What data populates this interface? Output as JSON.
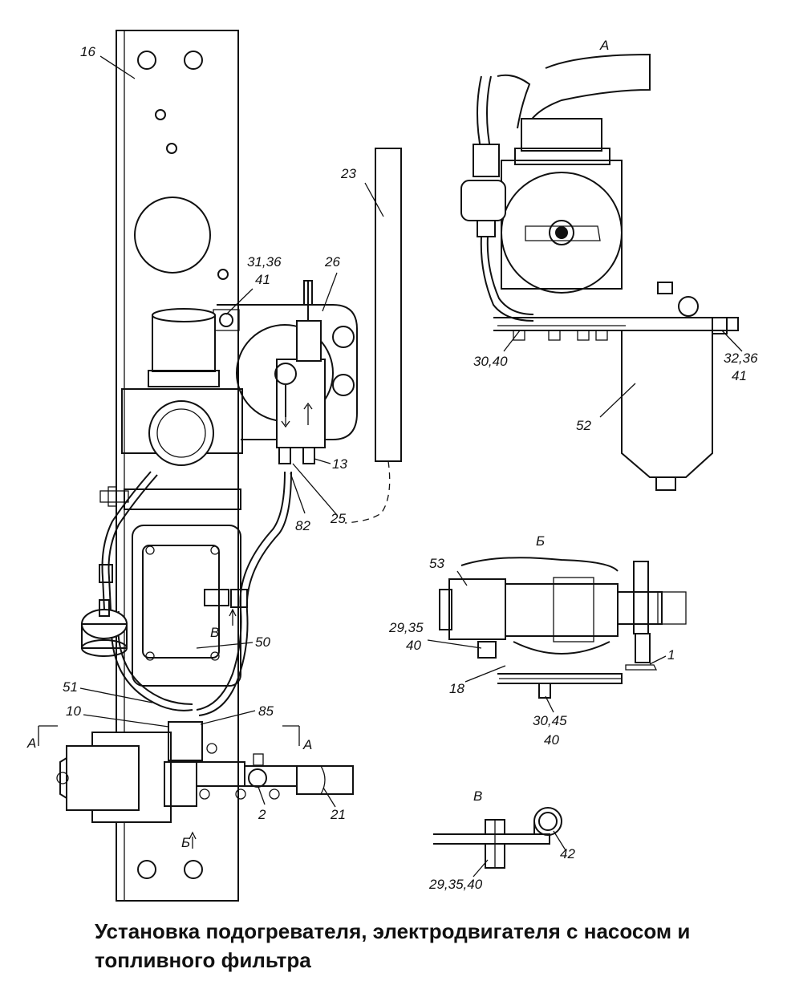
{
  "caption": "Установка подогревателя, электродвигателя с насосом и топливного фильтра",
  "views": {
    "a": "А",
    "b": "Б",
    "v": "В"
  },
  "labels": {
    "l16": "16",
    "l23": "23",
    "l26": "26",
    "l31_36": "31,36",
    "l41": "41",
    "l13": "13",
    "l82": "82",
    "l25": "25",
    "l50": "50",
    "l51": "51",
    "l10": "10",
    "l85": "85",
    "l2": "2",
    "l21": "21",
    "l30_40": "30,40",
    "l32_36": "32,36",
    "l41b": "41",
    "l52": "52",
    "l53": "53",
    "l29_35_40a": "29,35",
    "l40a": "40",
    "l18": "18",
    "l1": "1",
    "l30_45": "30,45",
    "l40b": "40",
    "l42": "42",
    "l29_35_40b": "29,35,40"
  },
  "section_marks": {
    "a_left": "А",
    "a_right": "А",
    "b_mark": "Б",
    "v_mark": "В"
  }
}
